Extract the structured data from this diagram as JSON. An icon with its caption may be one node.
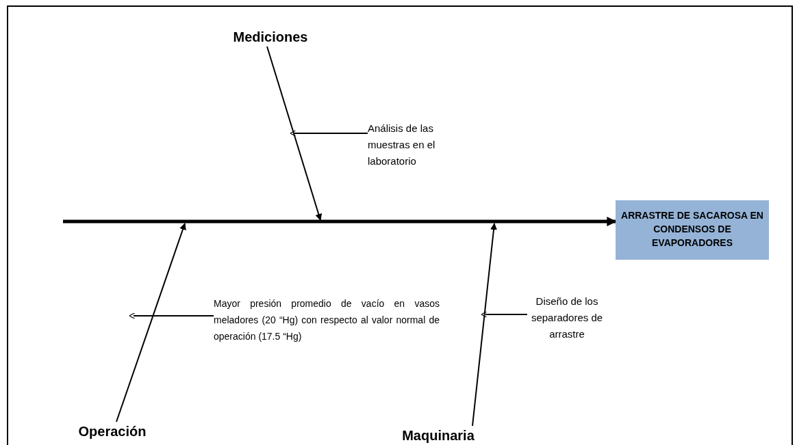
{
  "diagram": {
    "nodes": [
      {
        "text": [
          "Mediciones"
        ]
      },
      {
        "text": [
          "Análisis de las muestras en el laboratorio"
        ]
      },
      {
        "text": [
          "ARRASTRE DE SACAROSA EN CONDENSOS DE EVAPORADORES"
        ]
      },
      {
        "text": [
          "Mayor presión promedio de vacío en vasos meladores (20 “Hg) con respecto al valor normal de operación (17.5 “Hg)"
        ]
      },
      {
        "text": [
          "Diseño de los separadores de arrastre"
        ]
      },
      {
        "text": [
          "Operación"
        ]
      },
      {
        "text": [
          "Maquinaria"
        ]
      }
    ],
    "edges": [
      {
        "from": null,
        "to": 2,
        "arrow": "to",
        "style": "thick"
      },
      {
        "from": 0,
        "to": null,
        "arrow": "to"
      },
      {
        "from": 1,
        "to": null,
        "arrow": "to"
      },
      {
        "from": 5,
        "to": null,
        "arrow": "to"
      },
      {
        "from": 3,
        "to": null,
        "arrow": "to"
      },
      {
        "from": 6,
        "to": null,
        "arrow": "to"
      },
      {
        "from": 4,
        "to": null,
        "arrow": "to"
      }
    ]
  }
}
